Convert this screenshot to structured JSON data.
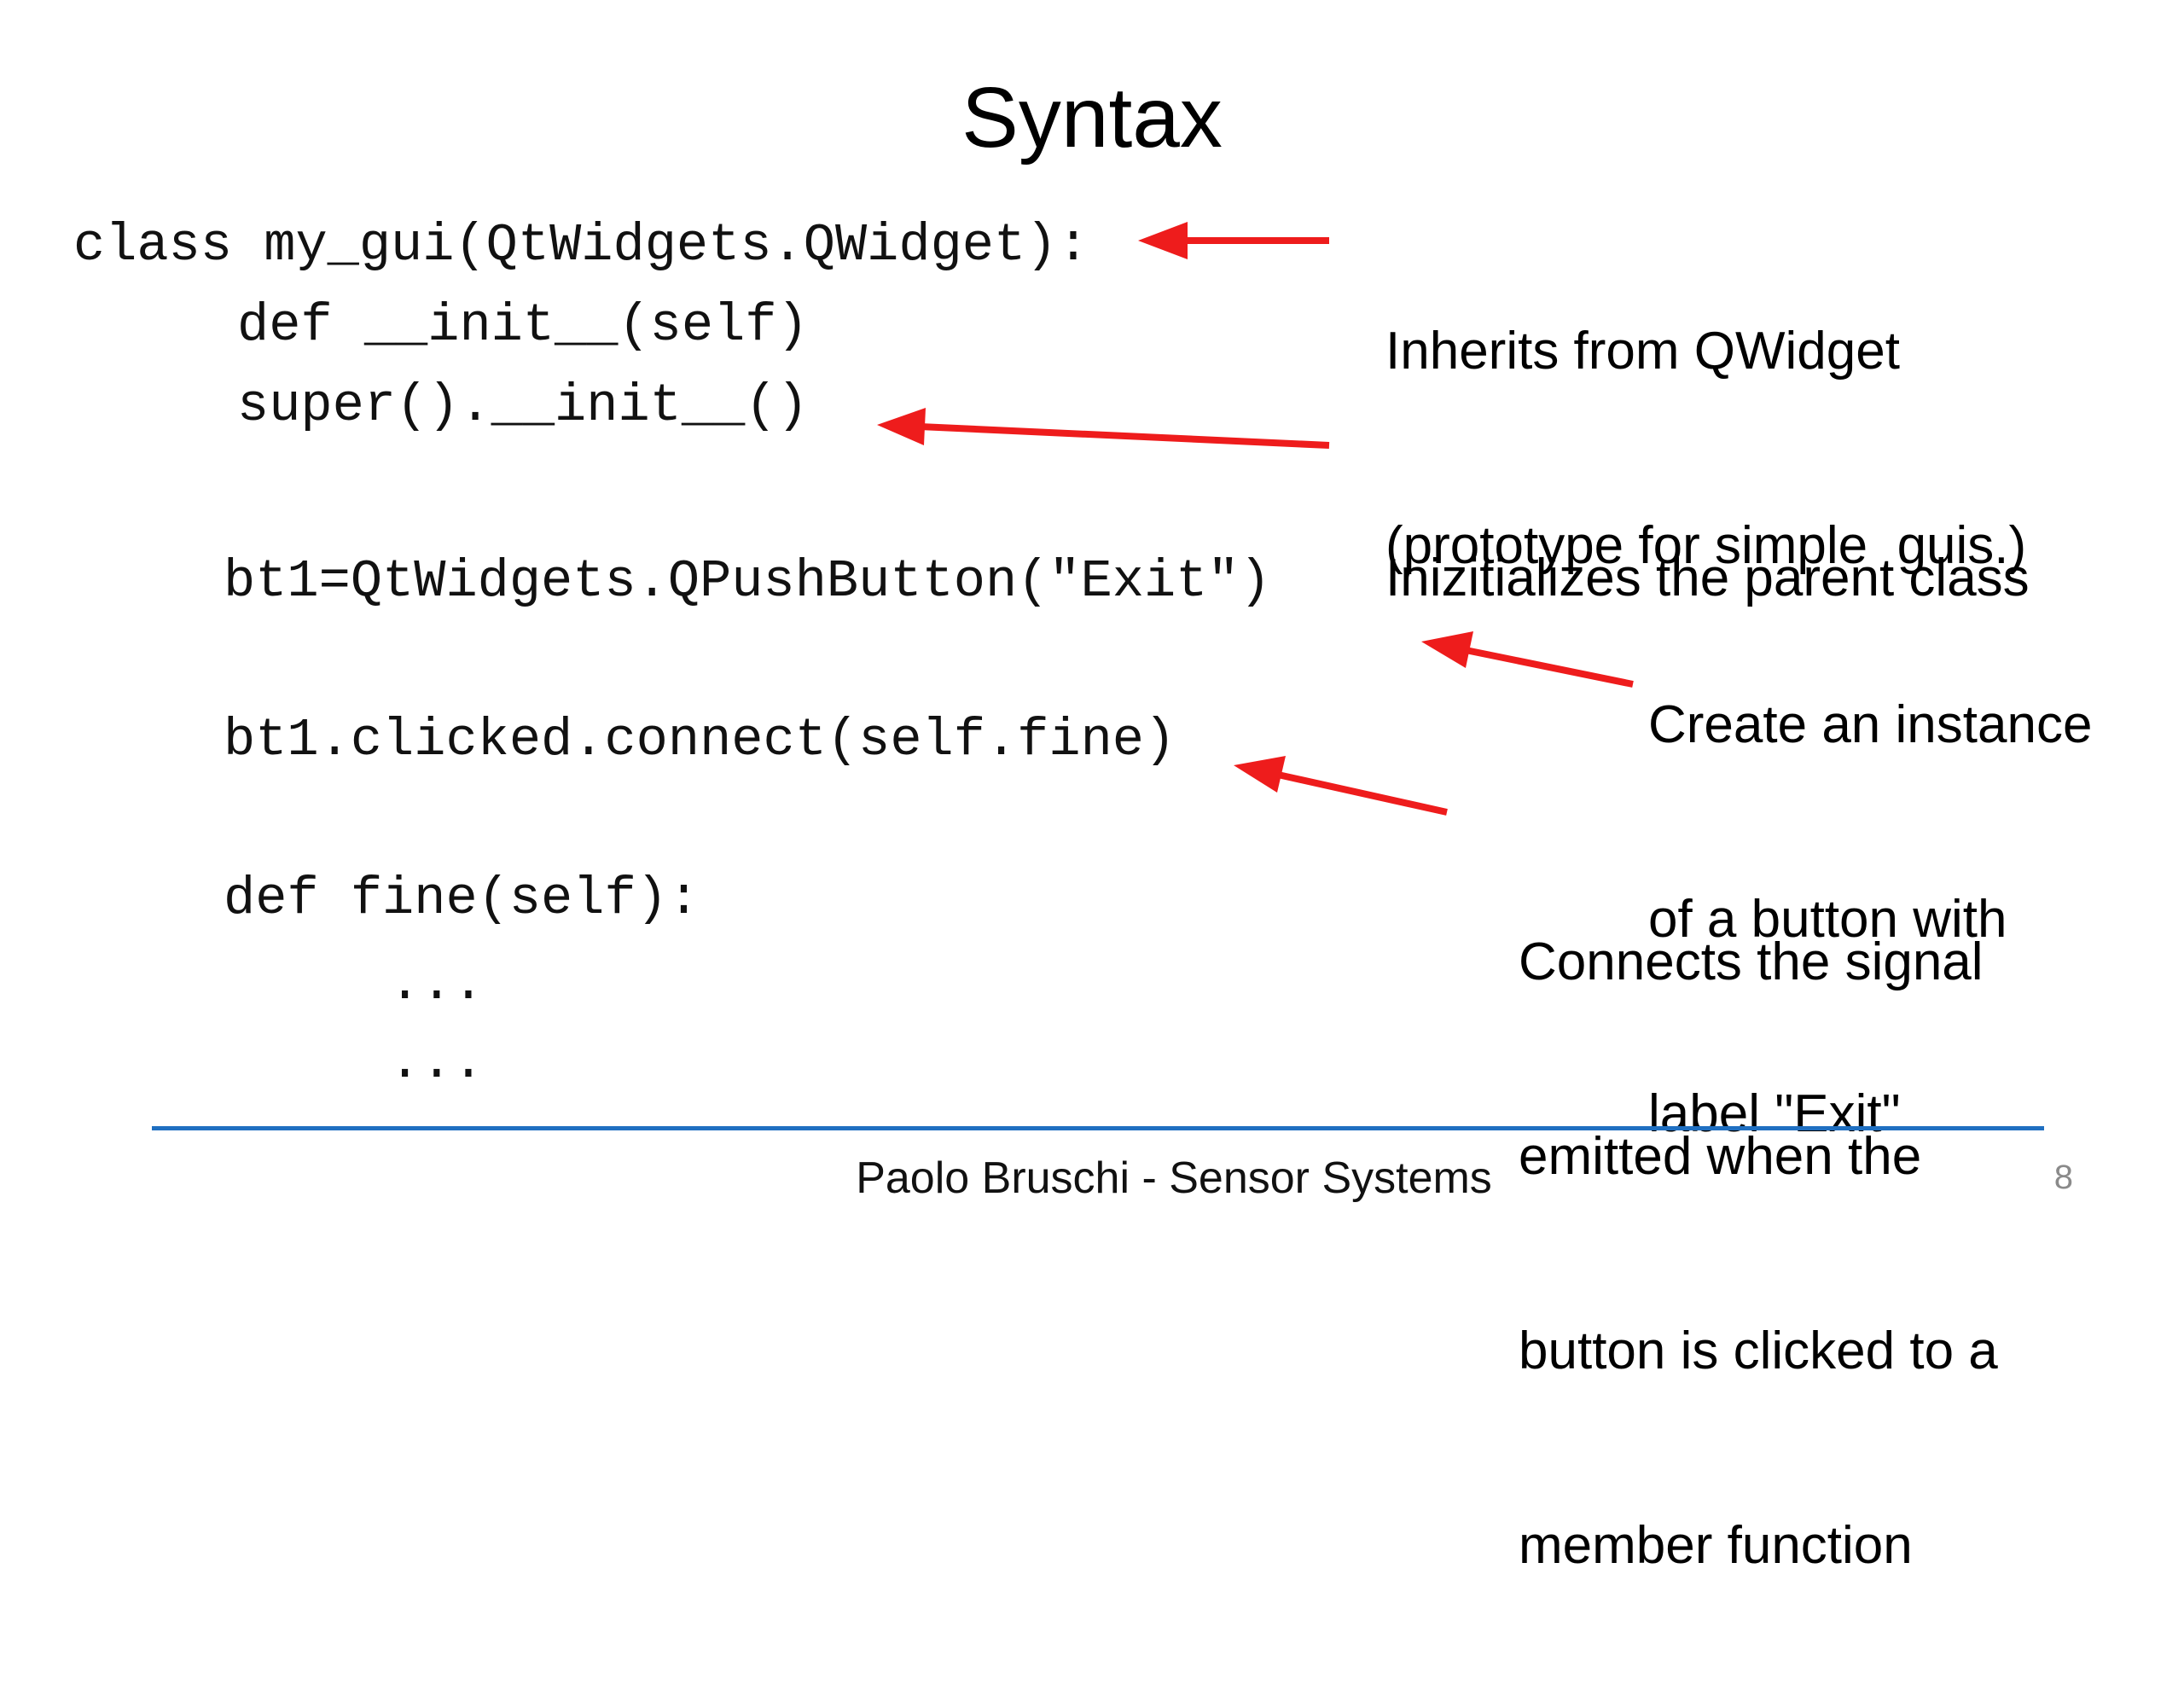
{
  "slide": {
    "title": "Syntax",
    "code_lines": [
      "class my_gui(QtWidgets.QWidget):",
      "def __init__(self)",
      "super().__init__()",
      "bt1=QtWidgets.QPushButton(\"Exit\")",
      "bt1.clicked.connect(self.fine)",
      "def fine(self):",
      "...",
      "..."
    ],
    "annotations": [
      {
        "lines": [
          "Inherits from QWidget",
          "(prototype for simple  guis.)"
        ]
      },
      {
        "lines": [
          "Inizitializes the parent class"
        ]
      },
      {
        "lines": [
          "Create an instance",
          "of a button with",
          "label \"Exit\""
        ]
      },
      {
        "lines": [
          "Connects the signal",
          "emitted when the",
          "button is clicked to a",
          "member function"
        ]
      }
    ],
    "arrow_color": "#ee1c1c",
    "footer": "Paolo Bruschi - Sensor Systems",
    "page_number": "8",
    "footer_line_color": "#1f6fc1"
  }
}
